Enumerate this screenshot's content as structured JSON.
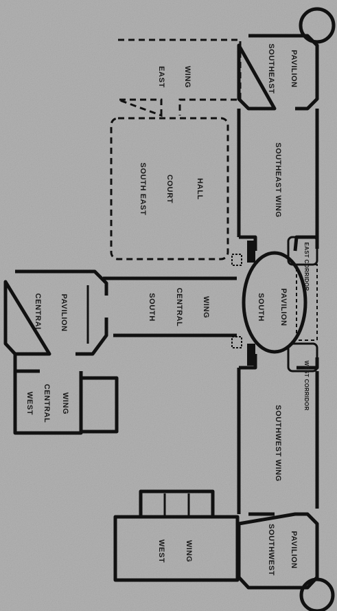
{
  "colors": {
    "background": "#b3b3b3",
    "ink": "#111111"
  },
  "plan": {
    "rooms": {
      "east_wing": [
        "EAST",
        "WING"
      ],
      "southeast_pavilion": [
        "SOUTHEAST",
        "PAVILION"
      ],
      "south_east_court_hall": [
        "SOUTH EAST",
        "COURT",
        "HALL"
      ],
      "southeast_wing": "SOUTHEAST WING",
      "east_corridor": "EAST CORRIDOR",
      "central_pavilion": [
        "CENTRAL",
        "PAVILION"
      ],
      "south_central_wing": [
        "SOUTH",
        "CENTRAL",
        "WING"
      ],
      "south_pavilion": [
        "SOUTH",
        "PAVILION"
      ],
      "west_corridor": "WEST CORRIDOR",
      "west_central_wing": [
        "WEST",
        "CENTRAL",
        "WING"
      ],
      "southwest_wing": "SOUTHWEST WING",
      "west_wing": [
        "WEST",
        "WING"
      ],
      "southwest_pavilion": [
        "SOUTHWEST",
        "PAVILION"
      ]
    }
  }
}
